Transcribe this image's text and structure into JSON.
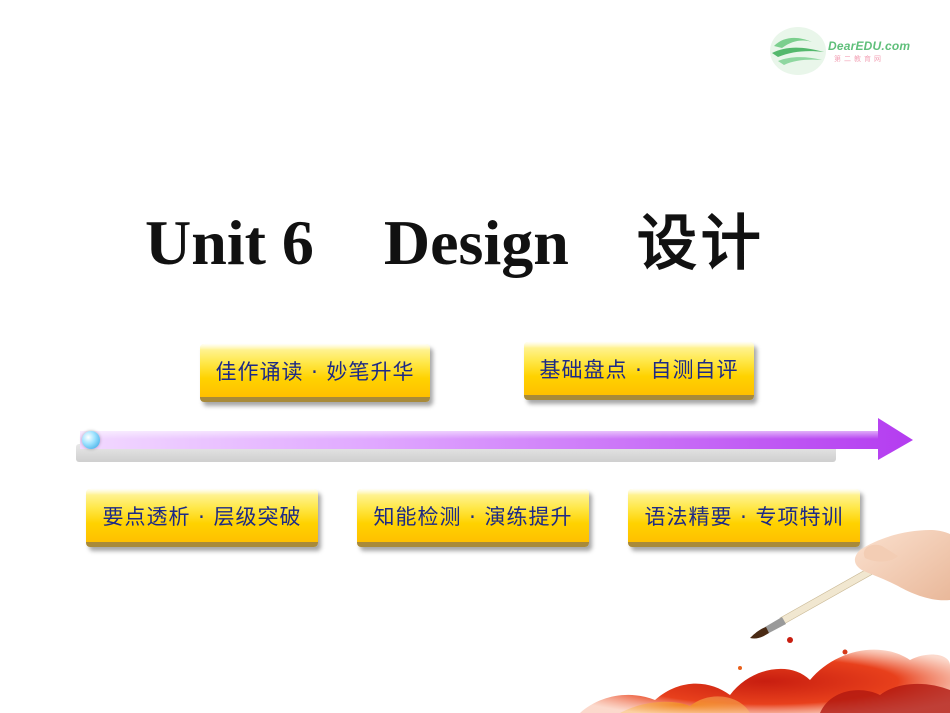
{
  "logo": {
    "text": "DearEDU.com",
    "subtext": "第二教育网"
  },
  "title": {
    "english": "Unit 6",
    "english_topic": "Design",
    "chinese": "设计"
  },
  "menu": {
    "top": [
      {
        "label": "佳作诵读 · 妙笔升华"
      },
      {
        "label": "基础盘点 · 自测自评"
      }
    ],
    "bottom": [
      {
        "label": "要点透析 · 层级突破"
      },
      {
        "label": "知能检测 · 演练提升"
      },
      {
        "label": "语法精要 · 专项特训"
      }
    ]
  },
  "colors": {
    "button_text": "#1d2a86",
    "button_fill": "#ffd200",
    "arrow": "#c040f0"
  }
}
